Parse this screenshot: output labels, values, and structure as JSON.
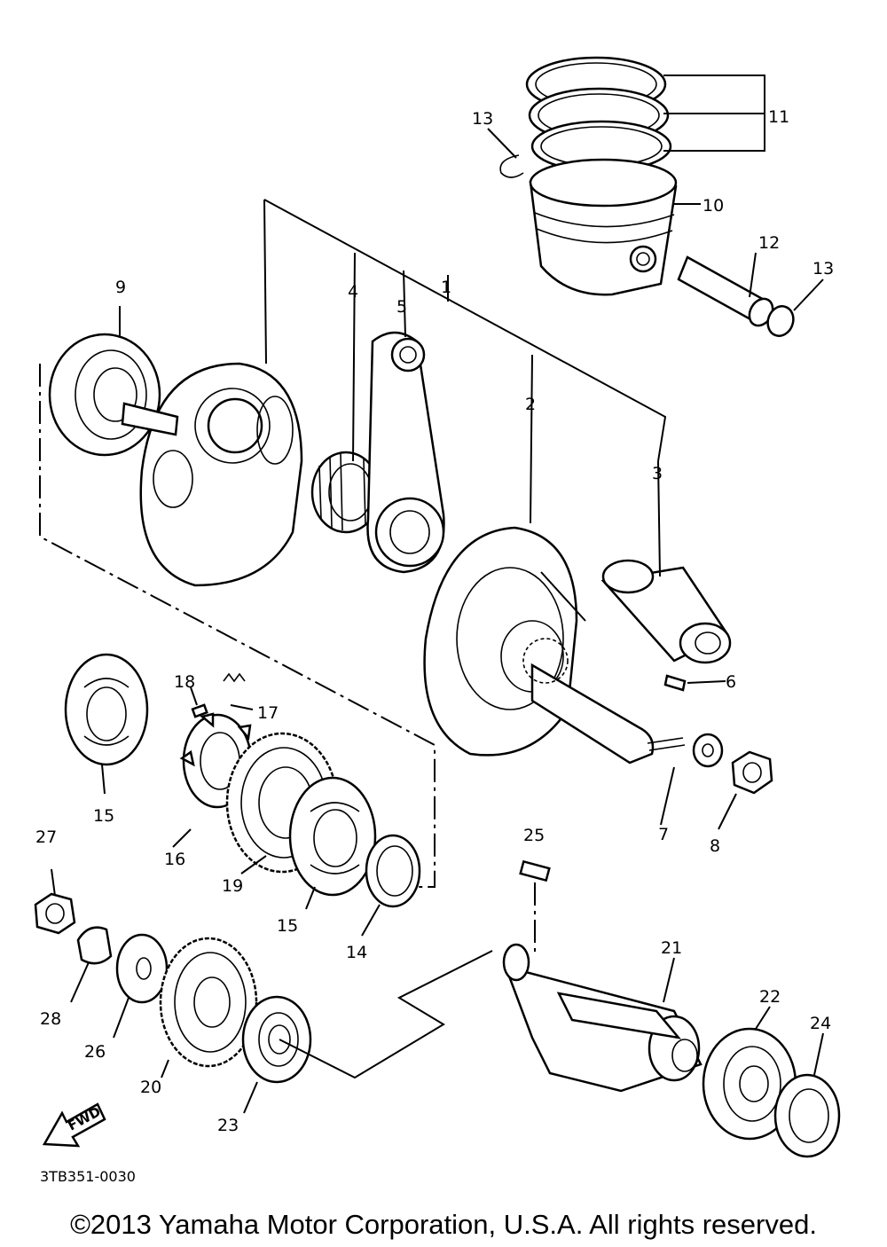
{
  "diagram": {
    "callouts": [
      {
        "id": "1",
        "text": "1"
      },
      {
        "id": "2",
        "text": "2"
      },
      {
        "id": "3",
        "text": "3"
      },
      {
        "id": "4",
        "text": "4"
      },
      {
        "id": "5",
        "text": "5"
      },
      {
        "id": "6",
        "text": "6"
      },
      {
        "id": "7",
        "text": "7"
      },
      {
        "id": "8",
        "text": "8"
      },
      {
        "id": "9",
        "text": "9"
      },
      {
        "id": "10",
        "text": "10"
      },
      {
        "id": "11",
        "text": "11"
      },
      {
        "id": "12",
        "text": "12"
      },
      {
        "id": "13a",
        "text": "13"
      },
      {
        "id": "13b",
        "text": "13"
      },
      {
        "id": "14",
        "text": "14"
      },
      {
        "id": "15a",
        "text": "15"
      },
      {
        "id": "15b",
        "text": "15"
      },
      {
        "id": "16",
        "text": "16"
      },
      {
        "id": "17",
        "text": "17"
      },
      {
        "id": "18",
        "text": "18"
      },
      {
        "id": "19",
        "text": "19"
      },
      {
        "id": "20",
        "text": "20"
      },
      {
        "id": "21",
        "text": "21"
      },
      {
        "id": "22",
        "text": "22"
      },
      {
        "id": "23",
        "text": "23"
      },
      {
        "id": "24",
        "text": "24"
      },
      {
        "id": "25",
        "text": "25"
      },
      {
        "id": "26",
        "text": "26"
      },
      {
        "id": "27",
        "text": "27"
      },
      {
        "id": "28",
        "text": "28"
      }
    ],
    "fwd_label": "FWD",
    "drawing_code": "3TB351-0030"
  },
  "footer": {
    "copyright": "©2013 Yamaha Motor Corporation, U.S.A. All rights reserved."
  }
}
